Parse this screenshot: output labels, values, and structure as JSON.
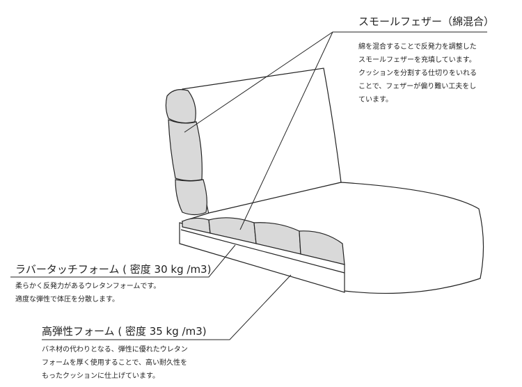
{
  "feather": {
    "title": "スモールフェザー（綿混合）",
    "lines": [
      "綿を混合することで反発力を調整した",
      "スモールフェザーを充填しています。",
      "クッションを分割する仕切りをいれる",
      "ことで、フェザーが偏り難い工夫をし",
      "ています。"
    ]
  },
  "rubber": {
    "title": "ラバータッチフォーム ( 密度 30 kg /m3)",
    "lines": [
      "柔らかく反発力があるウレタンフォームです。",
      "適度な弾性で体圧を分散します。"
    ]
  },
  "highfoam": {
    "title": "高弾性フォーム ( 密度 35 kg /m3)",
    "lines": [
      "バネ材の代わりとなる、弾性に優れたウレタン",
      "フォームを厚く使用することで、高い耐久性を",
      "もったクッションに仕上げています。"
    ]
  }
}
